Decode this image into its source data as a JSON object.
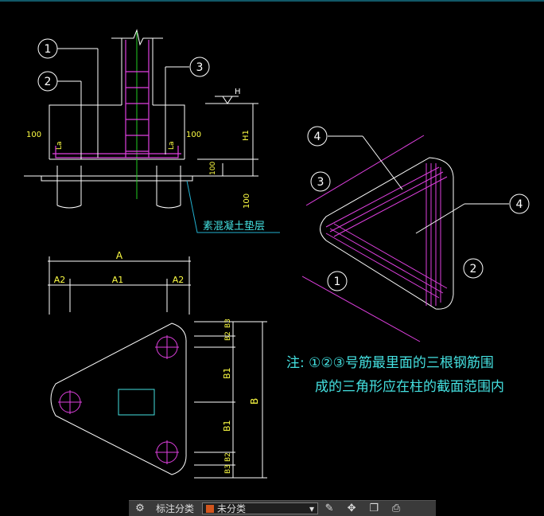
{
  "colors": {
    "background": "#000000",
    "line_white": "#ffffff",
    "rebar_magenta": "#e040e0",
    "dim_yellow": "#ffff44",
    "note_cyan": "#44e0e0",
    "center_green": "#22cc22",
    "leader_cyan": "#22b0d0"
  },
  "section": {
    "marker1": "1",
    "marker2": "2",
    "marker3": "3",
    "dim_left": "100",
    "dim_right": "100",
    "dim_H": "H",
    "dim_H1": "H1",
    "dim_bottom": "100",
    "dim_small": "100",
    "label_la_left": "La",
    "label_la_right": "La",
    "bedding_label": "素混凝土垫层"
  },
  "plan": {
    "dim_A": "A",
    "dim_A1": "A1",
    "dim_A2_left": "A2",
    "dim_A2_right": "A2",
    "dim_B": "B",
    "dim_B1_top": "B1",
    "dim_B1_bottom": "B1",
    "dim_B2_top": "B2",
    "dim_B3_top": "B3",
    "dim_B2_bottom": "B2",
    "dim_B3_bottom": "B3"
  },
  "rebar_plan": {
    "marker1": "1",
    "marker2": "2",
    "marker3": "3",
    "marker4_top": "4",
    "marker4_right": "4"
  },
  "note": {
    "line1": "注: ①②③号筋最里面的三根钢筋围",
    "line2": "成的三角形应在柱的截面范围内"
  },
  "toolbar": {
    "annotation_label": "标注分类",
    "category_value": "未分类",
    "icons": [
      "layers-icon",
      "edit-icon",
      "move-icon",
      "copy-icon",
      "stamp-icon"
    ]
  }
}
